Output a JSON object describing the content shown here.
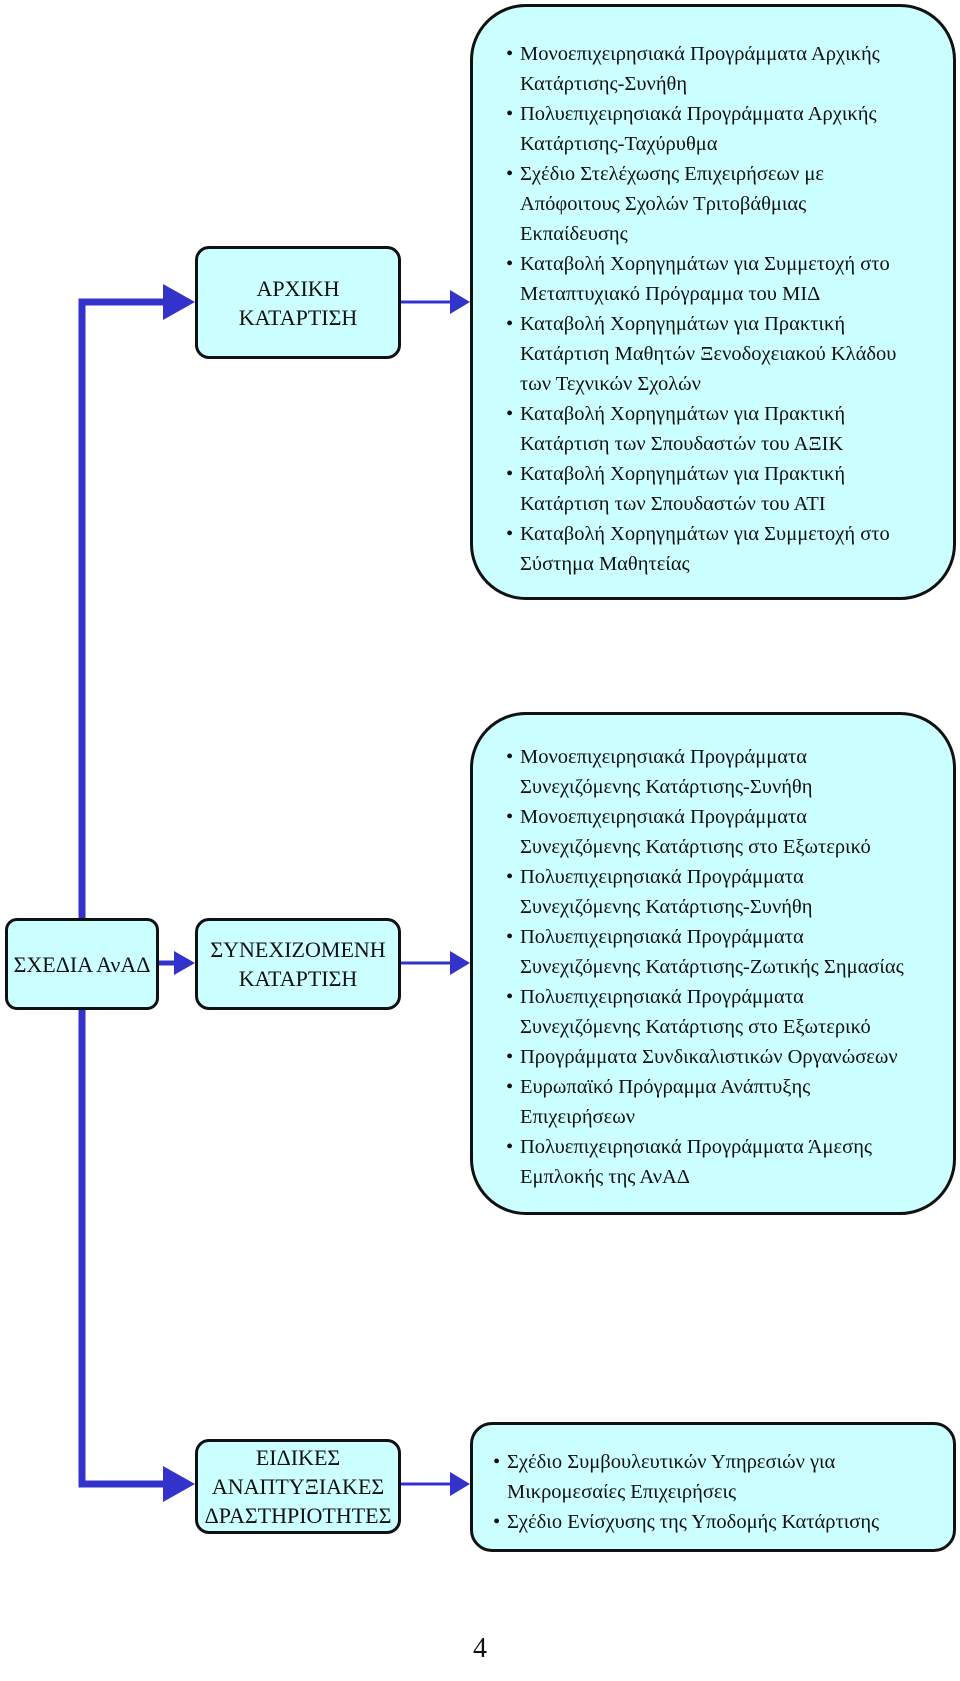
{
  "diagram": {
    "root_label": "ΣΧΕΔΙΑ ΑνΑΔ",
    "categories": [
      {
        "label": "ΑΡΧΙΚΗ\nΚΑΤΑΡΤΙΣΗ"
      },
      {
        "label": "ΣΥΝΕΧΙΖΟΜΕΝΗ\nΚΑΤΑΡΤΙΣΗ"
      },
      {
        "label": "ΕΙΔΙΚΕΣ\nΑΝΑΠΤΥΞΙΑΚΕΣ\nΔΡΑΣΤΗΡΙΟΤΗΤΕΣ"
      }
    ],
    "details": [
      {
        "items": [
          "Μονοεπιχειρησιακά Προγράμματα Αρχικής\nΚατάρτισης-Συνήθη",
          "Πολυεπιχειρησιακά Προγράμματα Αρχικής\nΚατάρτισης-Ταχύρυθμα",
          "Σχέδιο Στελέχωσης Επιχειρήσεων με\nΑπόφοιτους Σχολών Τριτοβάθμιας\nΕκπαίδευσης",
          "Καταβολή Χορηγημάτων για Συμμετοχή στο\nΜεταπτυχιακό Πρόγραμμα του ΜΙΔ",
          "Καταβολή Χορηγημάτων για Πρακτική\nΚατάρτιση Μαθητών Ξενοδοχειακού Κλάδου\nτων Τεχνικών Σχολών",
          "Καταβολή Χορηγημάτων για Πρακτική\nΚατάρτιση των Σπουδαστών του ΑΞΙΚ",
          "Καταβολή Χορηγημάτων για Πρακτική\nΚατάρτιση των Σπουδαστών του ΑΤΙ",
          "Καταβολή Χορηγημάτων για Συμμετοχή στο\nΣύστημα Μαθητείας"
        ]
      },
      {
        "items": [
          "Μονοεπιχειρησιακά Προγράμματα\nΣυνεχιζόμενης Κατάρτισης-Συνήθη",
          "Μονοεπιχειρησιακά Προγράμματα\nΣυνεχιζόμενης Κατάρτισης στο Εξωτερικό",
          "Πολυεπιχειρησιακά Προγράμματα\nΣυνεχιζόμενης Κατάρτισης-Συνήθη",
          "Πολυεπιχειρησιακά Προγράμματα\nΣυνεχιζόμενης Κατάρτισης-Ζωτικής Σημασίας",
          "Πολυεπιχειρησιακά Προγράμματα\nΣυνεχιζόμενης Κατάρτισης στο Εξωτερικό",
          "Προγράμματα Συνδικαλιστικών Οργανώσεων",
          "Ευρωπαϊκό Πρόγραμμα Ανάπτυξης\nΕπιχειρήσεων",
          "Πολυεπιχειρησιακά Προγράμματα Άμεσης\nΕμπλοκής της ΑνΑΔ"
        ]
      },
      {
        "items": [
          "Σχέδιο Συμβουλευτικών Υπηρεσιών για\nΜικρομεσαίες Επιχειρήσεις",
          "Σχέδιο Ενίσχυσης της Υποδομής Κατάρτισης"
        ]
      }
    ],
    "connector_color": "#3333cc",
    "box_fill_color": "#ccffff"
  },
  "page": {
    "number": "4"
  }
}
